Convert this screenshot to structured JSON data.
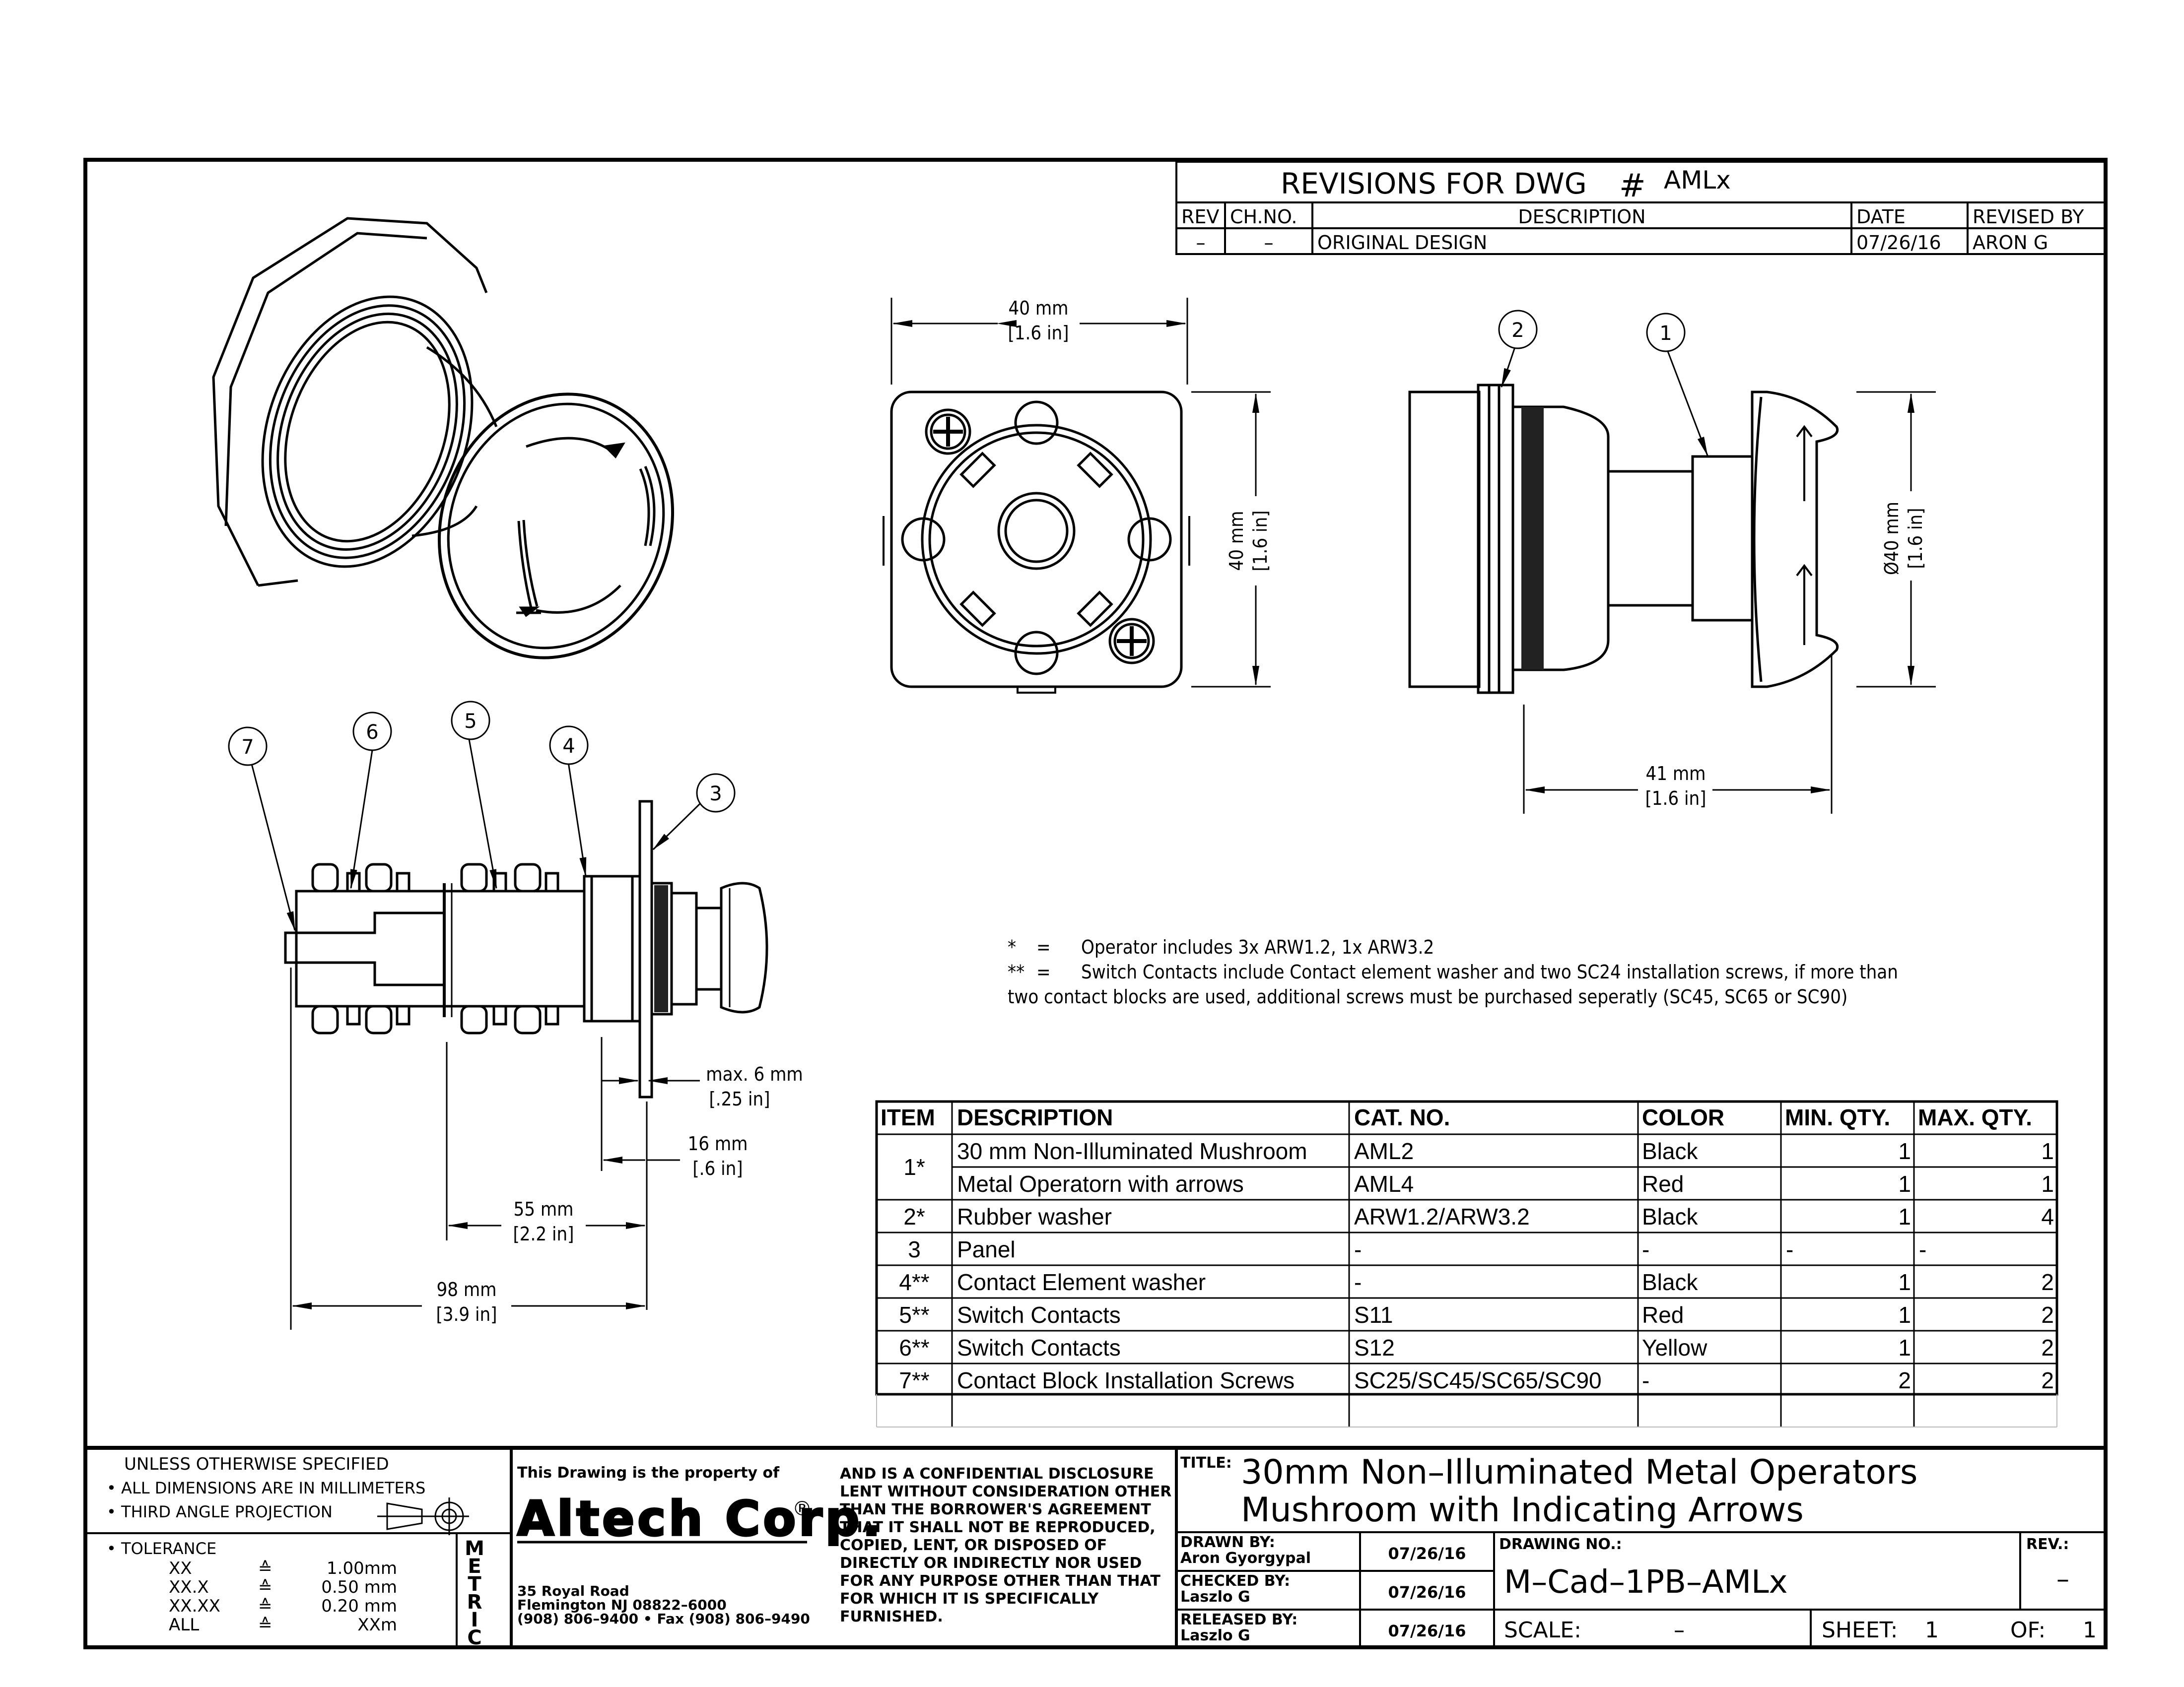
{
  "revisions": {
    "title": "REVISIONS FOR DWG",
    "hash": "#",
    "dwg": "AMLx",
    "headers": [
      "REV",
      "CH.NO.",
      "DESCRIPTION",
      "DATE",
      "REVISED BY"
    ],
    "rows": [
      [
        "–",
        "–",
        "ORIGINAL DESIGN",
        "07/26/16",
        "ARON G"
      ]
    ]
  },
  "dims": {
    "front_width": "40 mm",
    "front_width_in": "[1.6 in]",
    "front_height": "40 mm",
    "front_height_in": "[1.6 in]",
    "side_dia": "Ø40 mm",
    "side_dia_in": "[1.6 in]",
    "side_len": "41 mm",
    "side_len_in": "[1.6 in]",
    "panel": "max. 6 mm",
    "panel_in": "[.25 in]",
    "d16": "16 mm",
    "d16_in": "[.6 in]",
    "d55": "55 mm",
    "d55_in": "[2.2 in]",
    "d98": "98 mm",
    "d98_in": "[3.9 in]"
  },
  "balloons": [
    "1",
    "2",
    "3",
    "4",
    "5",
    "6",
    "7"
  ],
  "notes": {
    "n1_mark": "*",
    "n1_eq": "=",
    "n1_text": "Operator includes 3x ARW1.2, 1x ARW3.2",
    "n2_mark": "**",
    "n2_eq": "=",
    "n2_text": "Switch Contacts include Contact element washer and two SC24 installation screws, if more than",
    "n2_text2": "two contact blocks are used, additional screws must be purchased seperatly (SC45, SC65 or SC90)"
  },
  "bom": {
    "headers": [
      "ITEM",
      "DESCRIPTION",
      "CAT. NO.",
      "COLOR",
      "MIN. QTY.",
      "MAX. QTY."
    ],
    "rows": [
      [
        "1*",
        "30 mm Non-Illuminated Mushroom",
        "AML2",
        "Black",
        "1",
        "1"
      ],
      [
        "",
        "Metal Operatorn with arrows",
        "AML4",
        "Red",
        "1",
        "1"
      ],
      [
        "2*",
        "Rubber washer",
        "ARW1.2/ARW3.2",
        "Black",
        "1",
        "4"
      ],
      [
        "3",
        "Panel",
        "-",
        "-",
        "-",
        "-"
      ],
      [
        "4**",
        "Contact Element washer",
        "-",
        "Black",
        "1",
        "2"
      ],
      [
        "5**",
        "Switch Contacts",
        "S11",
        "Red",
        "1",
        "2"
      ],
      [
        "6**",
        "Switch Contacts",
        "S12",
        "Yellow",
        "1",
        "2"
      ],
      [
        "7**",
        "Contact Block Installation Screws",
        "SC25/SC45/SC65/SC90",
        "-",
        "2",
        "2"
      ]
    ]
  },
  "titleblock": {
    "unless": "UNLESS OTHERWISE SPECIFIED",
    "dims_mm": "• ALL DIMENSIONS ARE IN MILLIMETERS",
    "third_angle": "• THIRD ANGLE PROJECTION",
    "tolerance": "• TOLERANCE",
    "tol_rows": [
      [
        "XX",
        "≙",
        "1.00mm"
      ],
      [
        "XX.X",
        "≙",
        "0.50 mm"
      ],
      [
        "XX.XX",
        "≙",
        "0.20 mm"
      ],
      [
        "ALL",
        "≙",
        "XXm"
      ]
    ],
    "metric": [
      "M",
      "E",
      "T",
      "R",
      "I",
      "C"
    ],
    "property": "This Drawing is the property of",
    "company": "Altech Corp.",
    "reg": "®",
    "addr1": "35 Royal Road",
    "addr2": "Flemington NJ 08822–6000",
    "addr3": "(908) 806–9400 • Fax (908) 806–9490",
    "disclosure": [
      "AND IS A CONFIDENTIAL DISCLOSURE",
      "LENT WITHOUT CONSIDERATION OTHER",
      "THAN THE BORROWER'S AGREEMENT",
      "THAT IT SHALL NOT BE REPRODUCED,",
      "COPIED, LENT, OR DISPOSED OF",
      "DIRECTLY OR INDIRECTLY NOR USED",
      "FOR ANY PURPOSE OTHER THAN THAT",
      "FOR WHICH IT IS SPECIFICALLY",
      "FURNISHED."
    ],
    "title_label": "TITLE:",
    "title1": "30mm Non–Illuminated Metal Operators",
    "title2": "Mushroom with Indicating Arrows",
    "drawn_label": "DRAWN BY:",
    "drawn_name": "Aron Gyorgypal",
    "drawn_date": "07/26/16",
    "checked_label": "CHECKED BY:",
    "checked_name": "Laszlo G",
    "checked_date": "07/26/16",
    "released_label": "RELEASED BY:",
    "released_name": "Laszlo G",
    "released_date": "07/26/16",
    "dwgno_label": "DRAWING NO.:",
    "dwgno": "M–Cad–1PB–AMLx",
    "rev_label": "REV.:",
    "rev": "–",
    "scale_label": "SCALE:",
    "scale": "–",
    "sheet_label": "SHEET:",
    "sheet": "1",
    "of_label": "OF:",
    "of": "1"
  }
}
